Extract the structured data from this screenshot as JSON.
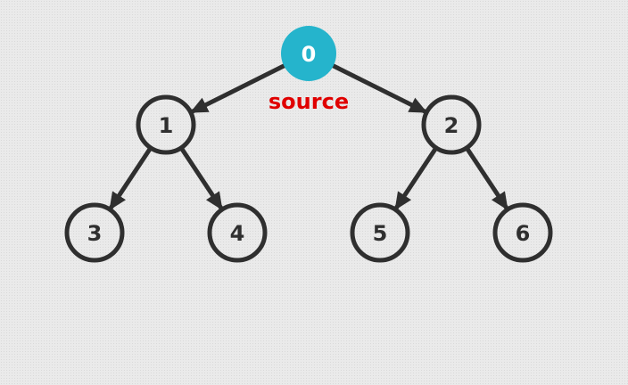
{
  "graph": {
    "nodes": [
      {
        "id": "0",
        "label": "0",
        "highlighted": true
      },
      {
        "id": "1",
        "label": "1",
        "highlighted": false
      },
      {
        "id": "2",
        "label": "2",
        "highlighted": false
      },
      {
        "id": "3",
        "label": "3",
        "highlighted": false
      },
      {
        "id": "4",
        "label": "4",
        "highlighted": false
      },
      {
        "id": "5",
        "label": "5",
        "highlighted": false
      },
      {
        "id": "6",
        "label": "6",
        "highlighted": false
      }
    ],
    "edges": [
      {
        "from": "0",
        "to": "1",
        "directed": true
      },
      {
        "from": "0",
        "to": "2",
        "directed": true
      },
      {
        "from": "1",
        "to": "3",
        "directed": true
      },
      {
        "from": "1",
        "to": "4",
        "directed": true
      },
      {
        "from": "2",
        "to": "5",
        "directed": true
      },
      {
        "from": "2",
        "to": "6",
        "directed": true
      }
    ],
    "source_label": "source"
  },
  "colors": {
    "background": "#eaeaea",
    "node_stroke": "#2f2f2f",
    "node_fill": "#ffffff",
    "highlight_fill": "#25b4cc",
    "highlight_text": "#ffffff",
    "node_text": "#2f2f2f",
    "edge": "#2f2f2f",
    "source_text": "#e00000"
  }
}
